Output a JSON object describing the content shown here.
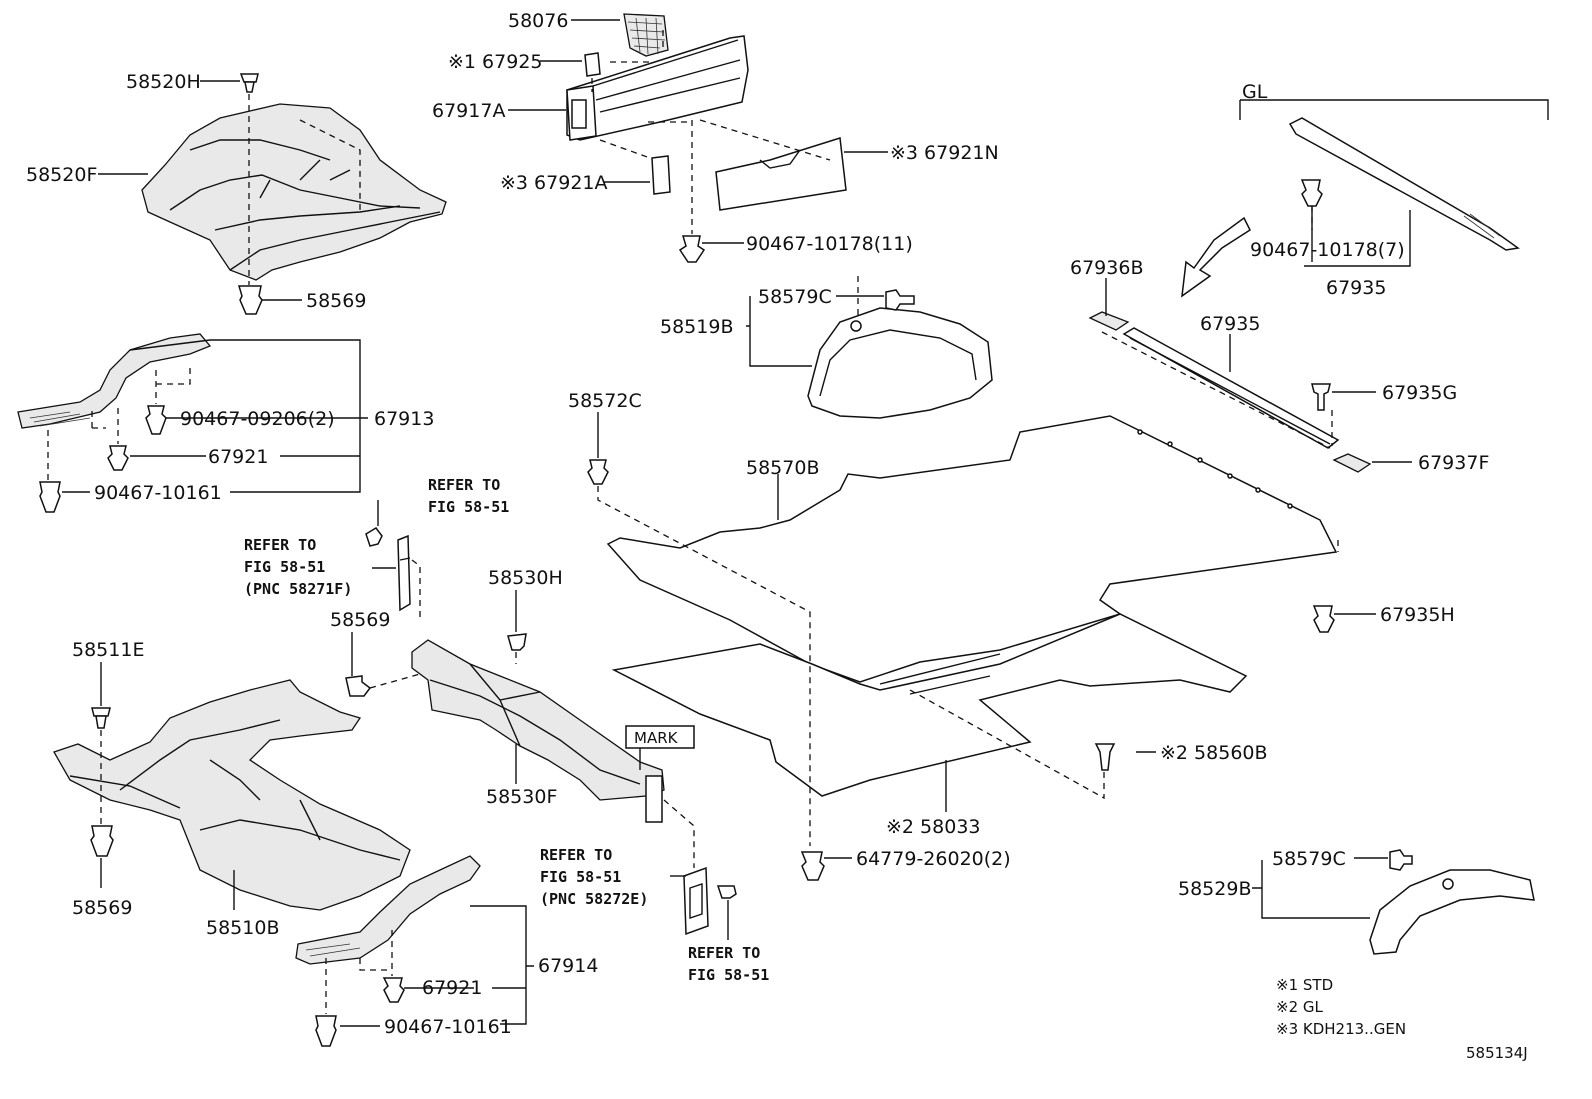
{
  "labels": {
    "p58076": "58076",
    "p67925": "※1 67925",
    "p67917A": "67917A",
    "p67921N": "※3 67921N",
    "p67921A": "※3 67921A",
    "p90467_10178_11": "90467-10178(11)",
    "p58520H": "58520H",
    "p58520F": "58520F",
    "p58569_top": "58569",
    "p58579C_top": "58579C",
    "p58519B": "58519B",
    "p90467_09206": "90467-09206(2)",
    "p67913": "67913",
    "p67921_top": "67921",
    "p90467_10161_top": "90467-10161",
    "p58572C": "58572C",
    "p58570B": "58570B",
    "gl": "GL",
    "p90467_10178_7": "90467-10178(7)",
    "p67935_gl": "67935",
    "p67936B": "67936B",
    "p67935_mid": "67935",
    "p67935G": "67935G",
    "p67937F": "67937F",
    "p67935H": "67935H",
    "refer1_a": "REFER TO",
    "refer1_b": "FIG 58-51",
    "refer2_a": "REFER TO",
    "refer2_b": "FIG 58-51",
    "refer2_c": "(PNC 58271F)",
    "p58530H": "58530H",
    "p58569_mid": "58569",
    "p58511E": "58511E",
    "mark": "MARK",
    "p58530F": "58530F",
    "p58560B": "※2 58560B",
    "p58033": "※2 58033",
    "p64779": "64779-26020(2)",
    "refer3_a": "REFER TO",
    "refer3_b": "FIG 58-51",
    "refer3_c": "(PNC 58272E)",
    "refer4_a": "REFER TO",
    "refer4_b": "FIG 58-51",
    "p58569_bot": "58569",
    "p58510B": "58510B",
    "p67914": "67914",
    "p67921_bot": "67921",
    "p90467_10161_bot": "90467-10161",
    "p58579C_bot": "58579C",
    "p58529B": "58529B",
    "note1": "※1 STD",
    "note2": "※2 GL",
    "note3": "※3 KDH213..GEN",
    "fig_code": "585134J"
  }
}
